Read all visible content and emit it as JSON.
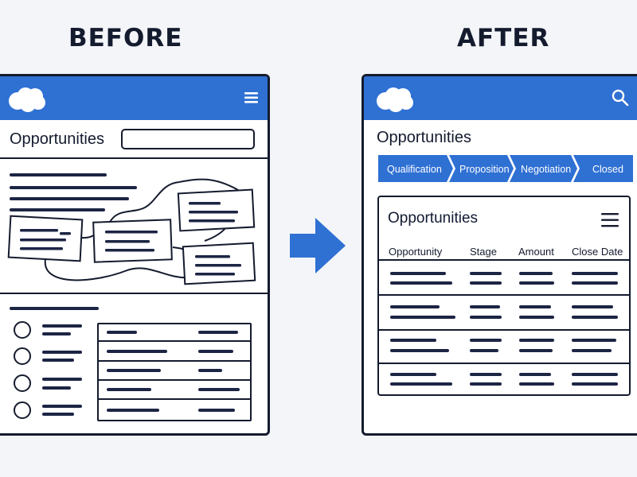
{
  "labels": {
    "before": "BEFORE",
    "after": "AFTER"
  },
  "before": {
    "title": "Opportunities"
  },
  "after": {
    "title": "Opportunities",
    "stages": [
      "Qualification",
      "Proposition",
      "Negotiation",
      "Closed"
    ],
    "table": {
      "title": "Opportunities",
      "columns": [
        "Opportunity",
        "Stage",
        "Amount",
        "Close Date"
      ]
    }
  },
  "colors": {
    "brand_blue": "#2f70d3",
    "ink": "#141b2e",
    "background": "#f4f5f9"
  },
  "icons": [
    "salesforce-cloud-icon",
    "hamburger-menu-icon",
    "search-icon",
    "right-arrow-icon"
  ]
}
